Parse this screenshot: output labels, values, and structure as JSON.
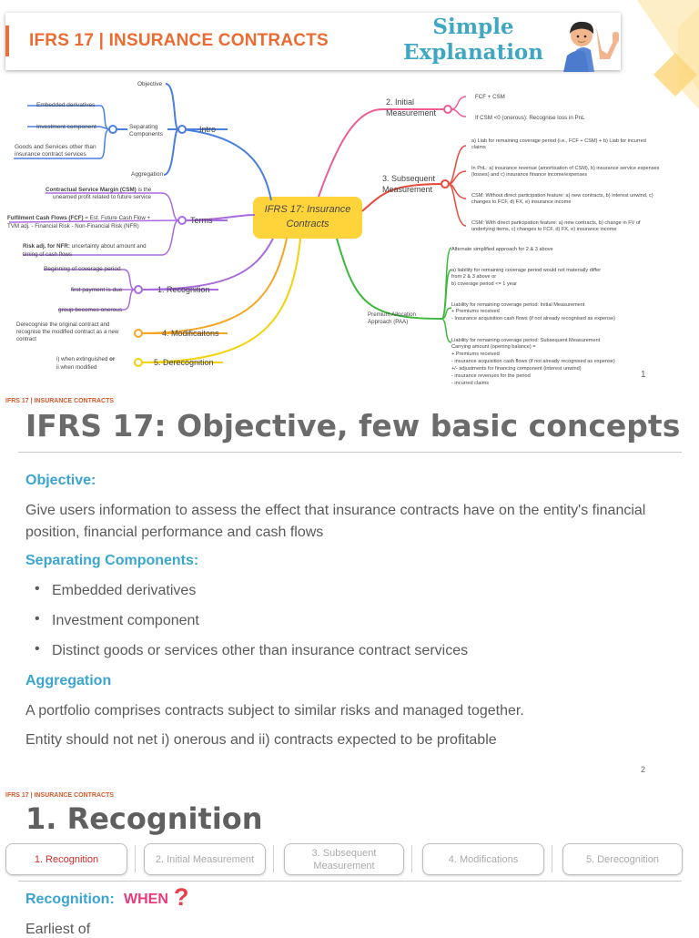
{
  "page1": {
    "title": "IFRS 17 | INSURANCE CONTRACTS",
    "badge_line1": "Simple",
    "badge_line2": "Explanation",
    "center": [
      "IFRS 17: Insurance",
      "Contracts"
    ],
    "intro": {
      "label": "Intro",
      "objective": "Objective",
      "separating": [
        "Separating",
        "Components"
      ],
      "aggregation": "Aggregation",
      "embedded": "Embedded derivatives",
      "investment": "Investment component",
      "goods": [
        "Goods and Services other than",
        "insurance contract services"
      ]
    },
    "terms": {
      "label": "Terms",
      "csm_bold": "Contractual Service Margin (CSM)",
      "csm_rest": "is the",
      "csm_line2": "unearned profit related to future service",
      "fcf_bold": "Fulfilment Cash Flows (FCF)",
      "fcf_rest": "= Est. Future Cash Flow +",
      "fcf_line2": "TVM adj. - Financial Risk - Non-Financial Risk (NFR)",
      "ra_bold": "Risk adj. for NFR:",
      "ra_rest": "uncertainty about amount and",
      "ra_line2": "timing of cash flows"
    },
    "recognition": {
      "label": "1. Recognition",
      "items": [
        "Beginning of coverage period",
        "first payment is due",
        "group becomes onerous"
      ]
    },
    "modifications": {
      "label": "4. Modificaitons",
      "text": [
        "Derecognise the original contract and",
        "recognise the modified contract as a new",
        "contract"
      ]
    },
    "derecognition": {
      "label": "5. Derecognition",
      "item1_pre": "i) when extinguished",
      "item1_bold": "or",
      "item2": "ii when modified"
    },
    "initial": {
      "label": [
        "2. Initial",
        "Measurement"
      ],
      "fcf_csm": "FCF + CSM",
      "onerous": "If CSM <0 (onerous): Recognise loss in PnL"
    },
    "subsequent": {
      "label": [
        "3. Subsequent",
        "Measurement"
      ],
      "a_line1": "a) Liab for remaining coverage period (i.e., FCF + CSM) + b) Liab for incurred",
      "a_line2": "claims",
      "pnl_line1": "In PnL: a) insurance revenue (amortisation of CSM), b) insurance service expenses",
      "pnl_line2": "(losses) and c) insurance finance income/expenses",
      "without_line1": "CSM: Without direct participation feature: a) new contracts, b) interest unwind, c)",
      "without_line2": "changes to FCF, d) FX, e) insurance income",
      "with_line1": "CSM: With direct participation feature: a) new contracts, b) change in FV of",
      "with_line2": "underlying items, c) changes to FCF, d) FX, e) insurance income"
    },
    "paa": {
      "label": [
        "Premium Allocation",
        "Approach (PAA)"
      ],
      "alt": "Alternate simplified approach for 2 & 3 above",
      "cond1_line1": "a) liability for remaining coverage period would not materially differ",
      "cond1_line2": "from 2 & 3 above or",
      "cond2": "b) coverage period <= 1 year",
      "init_line1": "Liability for remaining coverage period: Initial Measurement",
      "init_line2": "+ Premiums received",
      "init_line3": "- Insurance acquisition cash flows (if not already recognised as expense)",
      "sub_line1": "Liability for remaining coverage period: Subsequent Measurement",
      "sub_line2": "Carrying amount (opening balance) =",
      "sub_line3": "+ Premiums received",
      "sub_line4": "- insurance acquisition cash flows (if not already recognised as expense)",
      "sub_line5": "+/- adjustments for financing component (interest unwind)",
      "sub_line6": "- insurance revenues for the period",
      "sub_line7": "- incurred claims"
    },
    "page_number": "1"
  },
  "page2": {
    "header": "IFRS 17 | INSURANCE CONTRACTS",
    "title": "IFRS 17: Objective, few basic concepts",
    "objective_heading": "Objective:",
    "objective_text": "Give users information to assess the effect that insurance contracts have on the entity's financial position, financial performance and cash flows",
    "separating_heading": "Separating Components:",
    "bullets": [
      "Embedded derivatives",
      "Investment component",
      "Distinct goods or services other than insurance contract services"
    ],
    "aggregation_heading": "Aggregation",
    "aggregation_text1": "A portfolio comprises contracts subject to similar risks and managed together.",
    "aggregation_text2": "Entity should not net i) onerous and ii) contracts expected to be profitable",
    "page_number": "2"
  },
  "page3": {
    "header": "IFRS 17 | INSURANCE CONTRACTS",
    "title": "1. Recognition",
    "steps": [
      "1. Recognition",
      "2. Initial Measurement",
      "3. Subsequent Measurement",
      "4. Modifications",
      "5. Derecognition"
    ],
    "recognition_label": "Recognition:",
    "when": "WHEN",
    "question_mark": "?",
    "earliest": "Earliest of"
  },
  "colors": {
    "title_orange": "#ec6b31",
    "heading_blue": "#3aa6cf",
    "center_yellow": "#ffd43b",
    "branch_blue": "#4a7fe0",
    "branch_purple": "#a86be0",
    "branch_orange": "#f5a623",
    "branch_yellow": "#f2d20a",
    "branch_pink": "#ec5d96",
    "branch_red": "#e8493a",
    "branch_green": "#3cb83c"
  }
}
